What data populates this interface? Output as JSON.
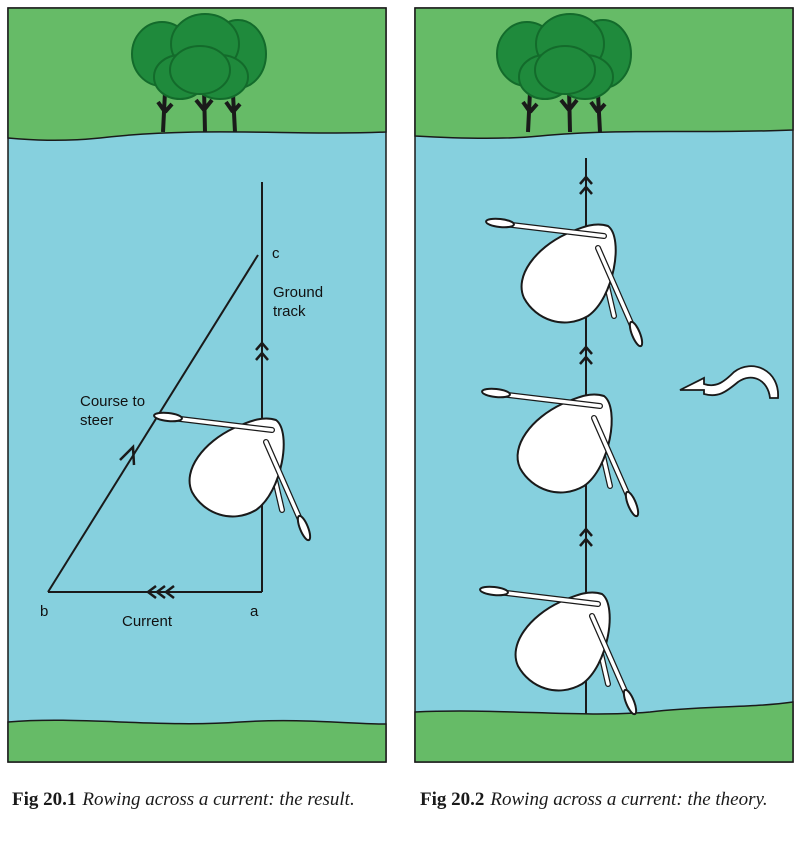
{
  "figure1": {
    "labels": {
      "point_c": "c",
      "point_b": "b",
      "point_a": "a",
      "ground_track_line1": "Ground",
      "ground_track_line2": "track",
      "course_line1": "Course to",
      "course_line2": "steer",
      "current": "Current"
    },
    "caption_number": "Fig 20.1",
    "caption_text": "Rowing across a current: the result."
  },
  "figure2": {
    "caption_number": "Fig 20.2",
    "caption_text": "Rowing across a current: the theory."
  },
  "colors": {
    "water": "#86d0de",
    "grass": "#66bb67",
    "tree_foliage": "#1f8a3c",
    "tree_dark": "#136b2b",
    "outline": "#1a1a1a",
    "boat": "#ffffff"
  },
  "icons": [
    "tree-icon",
    "rowing-boat-icon",
    "current-arrow-icon",
    "chevron-arrow-icon"
  ]
}
